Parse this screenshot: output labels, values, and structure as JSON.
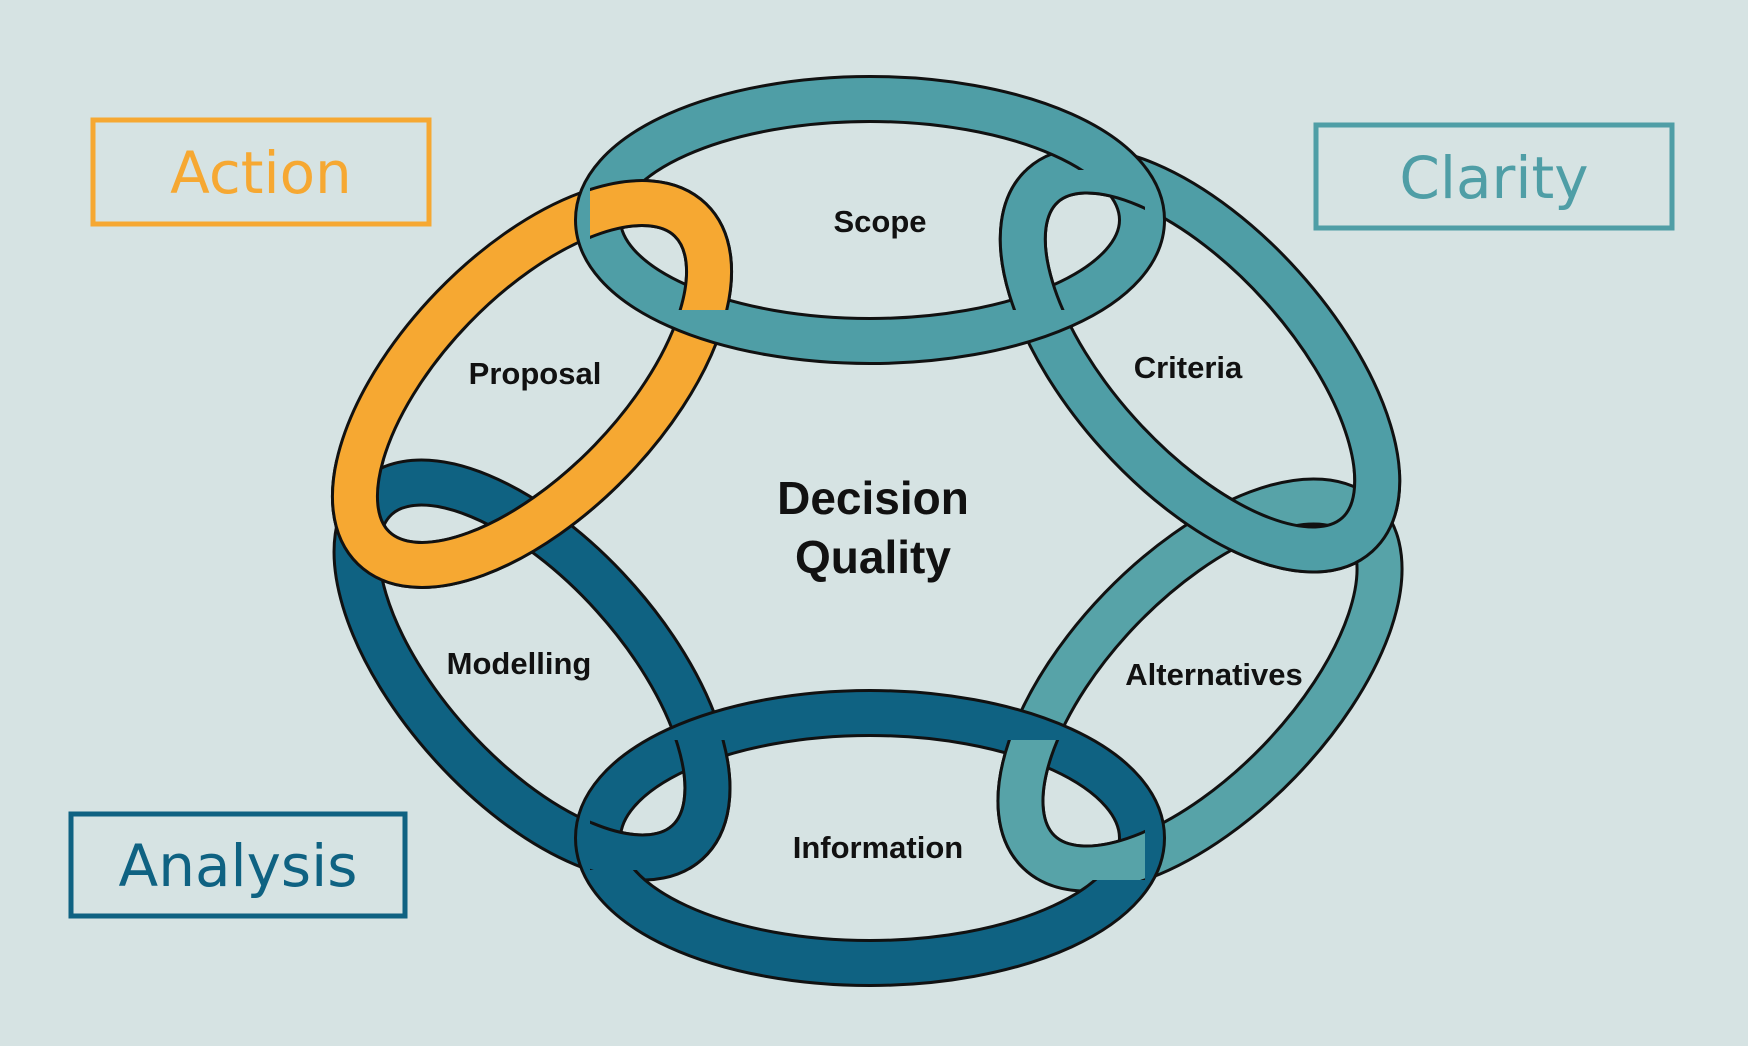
{
  "center_title": {
    "line1": "Decision",
    "line2": "Quality"
  },
  "links": [
    {
      "id": "scope",
      "label": "Scope",
      "color": "#4f9ea6"
    },
    {
      "id": "criteria",
      "label": "Criteria",
      "color": "#4f9ea6"
    },
    {
      "id": "alternatives",
      "label": "Alternatives",
      "color": "#57a3a8"
    },
    {
      "id": "information",
      "label": "Information",
      "color": "#0f6282"
    },
    {
      "id": "modelling",
      "label": "Modelling",
      "color": "#0f6282"
    },
    {
      "id": "proposal",
      "label": "Proposal",
      "color": "#f6a832"
    }
  ],
  "groups": [
    {
      "id": "action",
      "label": "Action",
      "color": "#f6a832"
    },
    {
      "id": "clarity",
      "label": "Clarity",
      "color": "#4f9ea6"
    },
    {
      "id": "analysis",
      "label": "Analysis",
      "color": "#0f6282"
    }
  ],
  "colors": {
    "background": "#d6e3e3",
    "outline": "#111111"
  }
}
